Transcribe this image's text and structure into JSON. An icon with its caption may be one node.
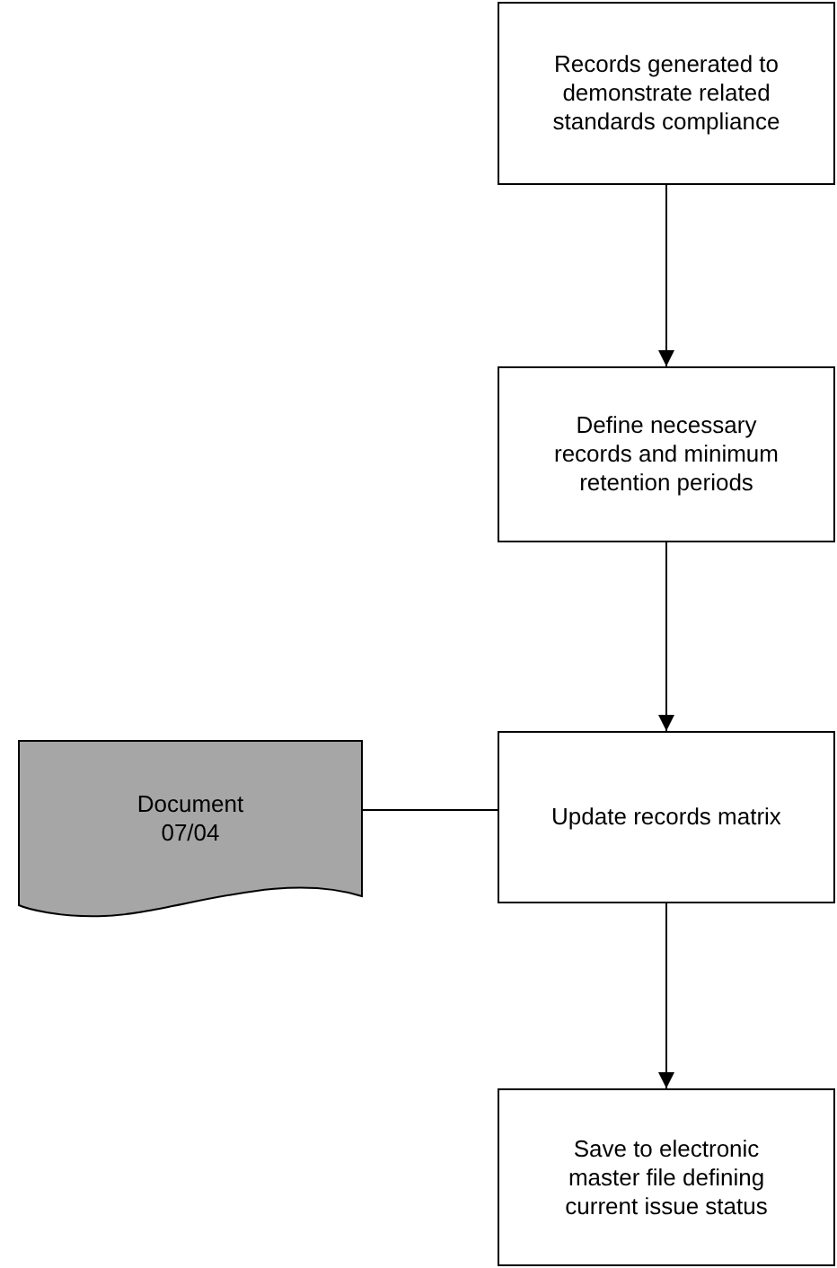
{
  "diagram": {
    "nodes": [
      {
        "text": [
          "Records generated to demonstrate related standards compliance"
        ]
      },
      {
        "text": [
          "Define necessary records and minimum retention periods"
        ]
      },
      {
        "text": [
          "Update records matrix"
        ]
      },
      {
        "text": [
          "Save to electronic master file defining current issue status"
        ]
      },
      {
        "text": [
          "Document 07/04"
        ]
      }
    ],
    "edges": [
      {
        "from": 0,
        "to": 1,
        "arrow": "to"
      },
      {
        "from": 1,
        "to": 2,
        "arrow": "to"
      },
      {
        "from": 2,
        "to": 3,
        "arrow": "to"
      },
      {
        "from": 4,
        "to": 2,
        "arrow": "none"
      }
    ]
  }
}
